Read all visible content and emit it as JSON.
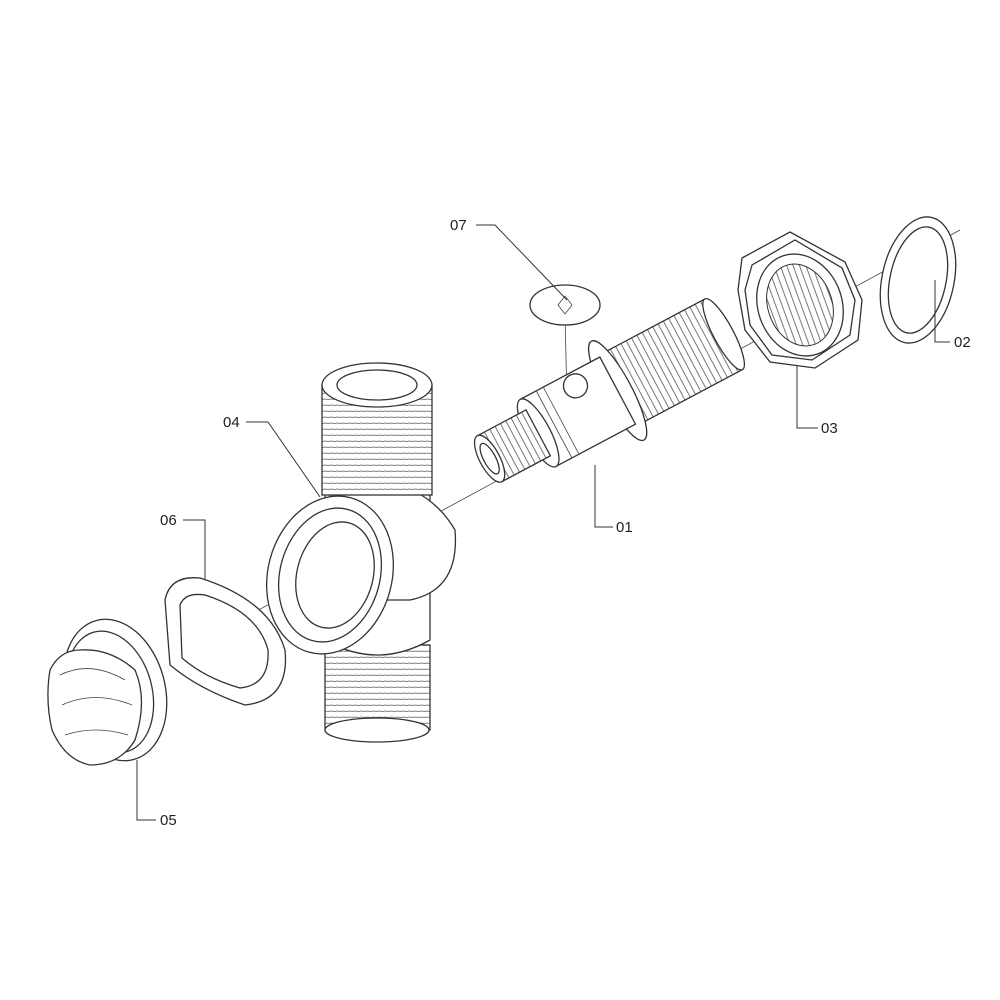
{
  "diagram": {
    "type": "exploded-assembly",
    "parts": [
      {
        "id": "01",
        "label": "01"
      },
      {
        "id": "02",
        "label": "02"
      },
      {
        "id": "03",
        "label": "03"
      },
      {
        "id": "04",
        "label": "04"
      },
      {
        "id": "05",
        "label": "05"
      },
      {
        "id": "06",
        "label": "06"
      },
      {
        "id": "07",
        "label": "07"
      }
    ]
  }
}
